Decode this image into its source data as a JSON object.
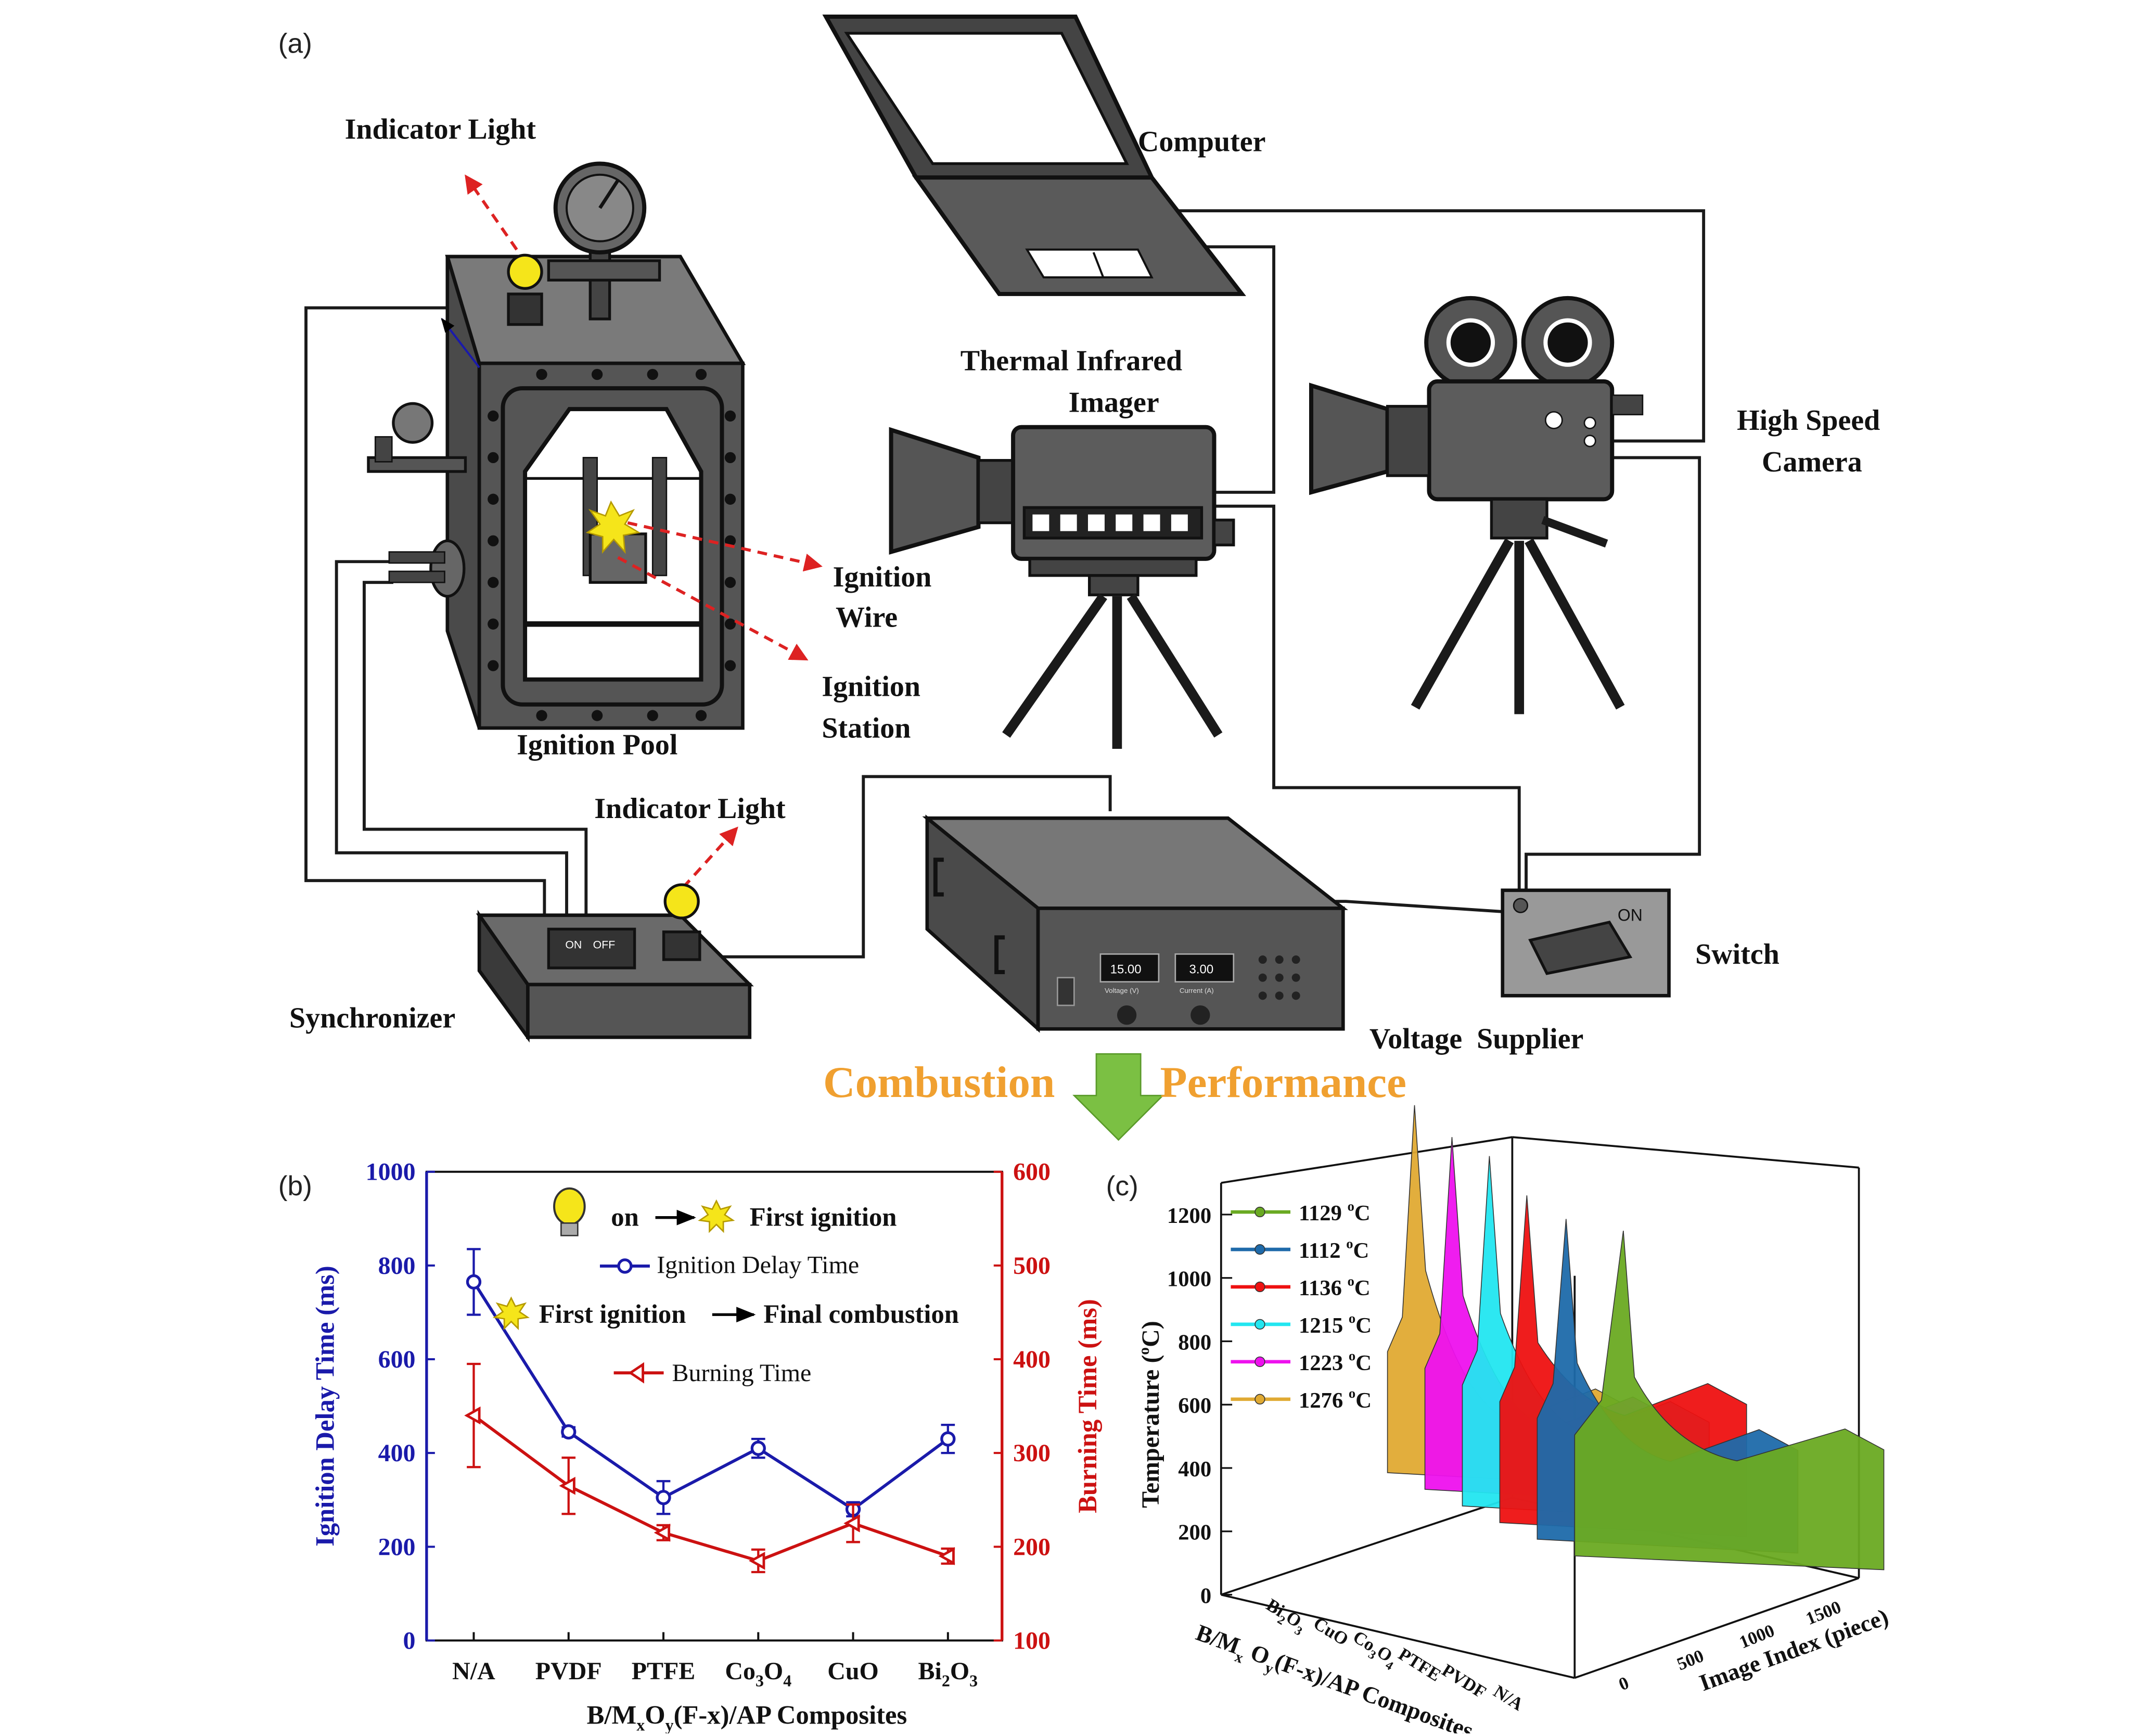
{
  "panel_a": {
    "label": "(a)",
    "components": {
      "indicator_light_top": "Indicator Light",
      "computer": "Computer",
      "thermal_imager_line1": "Thermal Infrared",
      "thermal_imager_line2": "Imager",
      "high_speed_camera_line1": "High Speed",
      "high_speed_camera_line2": "Camera",
      "ignition_wire_line1": "Ignition",
      "ignition_wire_line2": "Wire",
      "ignition_station_line1": "Ignition",
      "ignition_station_line2": "Station",
      "ignition_pool": "Ignition Pool",
      "indicator_light_bottom": "Indicator Light",
      "synchronizer": "Synchronizer",
      "voltage_supplier": "Voltage  Supplier",
      "switch": "Switch"
    },
    "device_text": {
      "sync_on": "ON",
      "sync_off": "OFF",
      "switch_on": "ON",
      "voltage_value": "15.00",
      "current_value": "3.00",
      "voltage_unit": "Voltage (V)",
      "current_unit": "Current (A)"
    },
    "colors": {
      "device_gray": "#5a5a5a",
      "annotation_red": "#dd2222",
      "bulb_yellow": "#f5e51a"
    }
  },
  "banner": {
    "left": "Combustion",
    "right": "Performance",
    "text_color": "#f0a030",
    "arrow_color": "#7bc043"
  },
  "panel_b": {
    "label": "(b)",
    "legend": {
      "on": "on",
      "first_ignition": "First ignition",
      "first_ignition_2": "First ignition",
      "final_combustion": "Final combustion",
      "ignition_series": "Ignition Delay Time",
      "burning_series": "Burning Time"
    },
    "xlabel": {
      "B": "B/M",
      "x": "x",
      "O": "O",
      "y": "y",
      "rest": "(F-x)/AP Composites"
    },
    "ylabel_left": "Ignition Delay Time (ms)",
    "ylabel_right": "Burning Time (ms)",
    "left_ticks": [
      "0",
      "200",
      "400",
      "600",
      "800",
      "1000"
    ],
    "right_ticks": [
      "100",
      "200",
      "300",
      "400",
      "500",
      "600"
    ],
    "category_labels": [
      {
        "main": "N/A",
        "sub": "",
        "tail": ""
      },
      {
        "main": "PVDF",
        "sub": "",
        "tail": ""
      },
      {
        "main": "PTFE",
        "sub": "",
        "tail": ""
      },
      {
        "main": "Co",
        "sub": "3",
        "tail": "O",
        "sub2": "4"
      },
      {
        "main": "CuO",
        "sub": "",
        "tail": ""
      },
      {
        "main": "Bi",
        "sub": "2",
        "tail": "O",
        "sub2": "3"
      }
    ],
    "colors": {
      "left": "#1a1aaa",
      "right": "#cc1111"
    }
  },
  "chart_data": [
    {
      "type": "line",
      "categories": [
        "N/A",
        "PVDF",
        "PTFE",
        "Co3O4",
        "CuO",
        "Bi2O3"
      ],
      "xlabel": "B/MxOy(F-x)/AP Composites",
      "series": [
        {
          "name": "Ignition Delay Time",
          "axis": "left",
          "values": [
            765,
            445,
            305,
            410,
            280,
            430
          ],
          "error": [
            70,
            10,
            35,
            20,
            15,
            30
          ],
          "color": "#1a1aaa",
          "marker": "circle"
        },
        {
          "name": "Burning Time",
          "axis": "right",
          "values": [
            340,
            265,
            215,
            185,
            225,
            190
          ],
          "error": [
            55,
            30,
            8,
            12,
            20,
            8
          ],
          "color": "#cc1111",
          "marker": "triangle-left"
        }
      ],
      "ylabel": "Ignition Delay Time (ms)",
      "ylim": [
        0,
        1000
      ],
      "y2label": "Burning Time (ms)",
      "y2lim": [
        100,
        600
      ],
      "grid": false,
      "legend": "top"
    },
    {
      "type": "area",
      "projection": "3d waterfall",
      "ylabel": "Temperature (oC)",
      "xlabel": "Image Index (piece)",
      "zlabel": "B/MxOy(F-x)/AP Composites",
      "categories": [
        "N/A",
        "PVDF",
        "PTFE",
        "Co3O4",
        "CuO",
        "Bi2O3"
      ],
      "ylim": [
        0,
        1300
      ],
      "x_ticks": [
        "0",
        "500",
        "1000",
        "1500"
      ],
      "y_ticks": [
        "0",
        "200",
        "400",
        "600",
        "800",
        "1000",
        "1200"
      ],
      "legend": "top-left",
      "series": [
        {
          "name": "1129 oC",
          "peak": 1129,
          "color": "#6aaa22"
        },
        {
          "name": "1112 oC",
          "peak": 1112,
          "color": "#1e6aaa"
        },
        {
          "name": "1136 oC",
          "peak": 1136,
          "color": "#ee1111"
        },
        {
          "name": "1215 oC",
          "peak": 1215,
          "color": "#22e6f0"
        },
        {
          "name": "1223 oC",
          "peak": 1223,
          "color": "#ee11ee"
        },
        {
          "name": "1276 oC",
          "peak": 1276,
          "color": "#e0aa33"
        }
      ]
    }
  ],
  "panel_c": {
    "label": "(c)",
    "legend": [
      {
        "num": "1129 ",
        "unit": "C",
        "deg": "o"
      },
      {
        "num": "1112 ",
        "unit": "C",
        "deg": "o"
      },
      {
        "num": "1136 ",
        "unit": "C",
        "deg": "o"
      },
      {
        "num": "1215 ",
        "unit": "C",
        "deg": "o"
      },
      {
        "num": "1223 ",
        "unit": "C",
        "deg": "o"
      },
      {
        "num": "1276 ",
        "unit": "C",
        "deg": "o"
      }
    ],
    "ylabel_main": "Temperature (",
    "ylabel_deg": "o",
    "ylabel_tail": "C)",
    "y_ticks": [
      "0",
      "200",
      "400",
      "600",
      "800",
      "1000",
      "1200"
    ],
    "x_ticks": [
      "0",
      "500",
      "1000",
      "1500"
    ],
    "xlabel": "Image Index (piece)",
    "z_ticks": [
      {
        "main": "N/A",
        "sub": "",
        "tail": ""
      },
      {
        "main": "PVDF",
        "sub": "",
        "tail": ""
      },
      {
        "main": "PTFE",
        "sub": "",
        "tail": ""
      },
      {
        "main": "Co",
        "sub": "3",
        "tail": "O",
        "sub2": "4"
      },
      {
        "main": "CuO",
        "sub": "",
        "tail": ""
      },
      {
        "main": "Bi",
        "sub": "2",
        "tail": "O",
        "sub2": "3"
      }
    ],
    "zlabel": {
      "B": "B/M",
      "x": "x",
      "O": " O",
      "y": "y",
      "rest": "(F-x)/AP Composites"
    }
  }
}
